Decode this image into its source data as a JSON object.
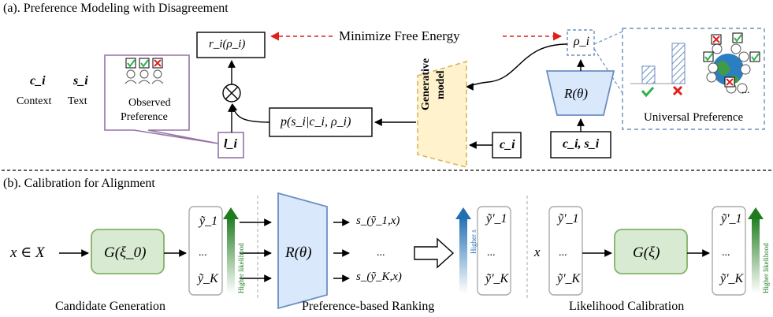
{
  "part_a": {
    "title": "(a). Preference Modeling with Disagreement",
    "minimize": "Minimize Free Energy",
    "reward": "r_i(ρ_i)",
    "rho": "ρ_i",
    "context_symbol": "c_i",
    "context_label": "Context",
    "text_symbol": "s_i",
    "text_label": "Text",
    "observed_preference": [
      "Observed",
      "Preference"
    ],
    "label_symbol": "l_i",
    "likelihood": "p(s_i|c_i, ρ_i)",
    "generative_model": [
      "Generative",
      "model"
    ],
    "context_input": "c_i",
    "reward_model": "R(θ)",
    "reward_input": "c_i, s_i",
    "universal_preference": "Universal Preference",
    "ellipsis": "...",
    "otimes": "⊗"
  },
  "part_b": {
    "title": "(b). Calibration for Alignment",
    "input": "x ∈ X",
    "generator0": "G(ξ_0)",
    "candidates": [
      "ỹ_1",
      "...",
      "ỹ_K"
    ],
    "higher_likelihood": "Higher likelihood",
    "reward_model": "R(θ)",
    "scores": [
      "s_(ỹ_1,x)",
      "...",
      "s_(ỹ_K,x)"
    ],
    "higher_s": "Higher s",
    "ranked": [
      "ỹ'_1",
      "...",
      "ỹ'_K"
    ],
    "x": "x",
    "inputs_c": [
      "ỹ'_1",
      "...",
      "ỹ'_K"
    ],
    "generator": "G(ξ)",
    "outputs_c": [
      "ỹ'_1",
      "...",
      "ỹ'_K"
    ],
    "captions": [
      "Candidate Generation",
      "Preference-based Ranking",
      "Likelihood Calibration"
    ]
  },
  "colors": {
    "green_fill": "#d9ead3",
    "green_stroke": "#82b366",
    "blue_fill": "#dae8fc",
    "blue_stroke": "#6c8ebf",
    "yellow_fill": "#fff2cc",
    "yellow_stroke": "#d6b656",
    "purple": "#9673a6",
    "red": "#e0201c",
    "check_green": "#2db34a",
    "bar_blue": "#3d85c6",
    "bar_green": "#2e8b2e"
  }
}
